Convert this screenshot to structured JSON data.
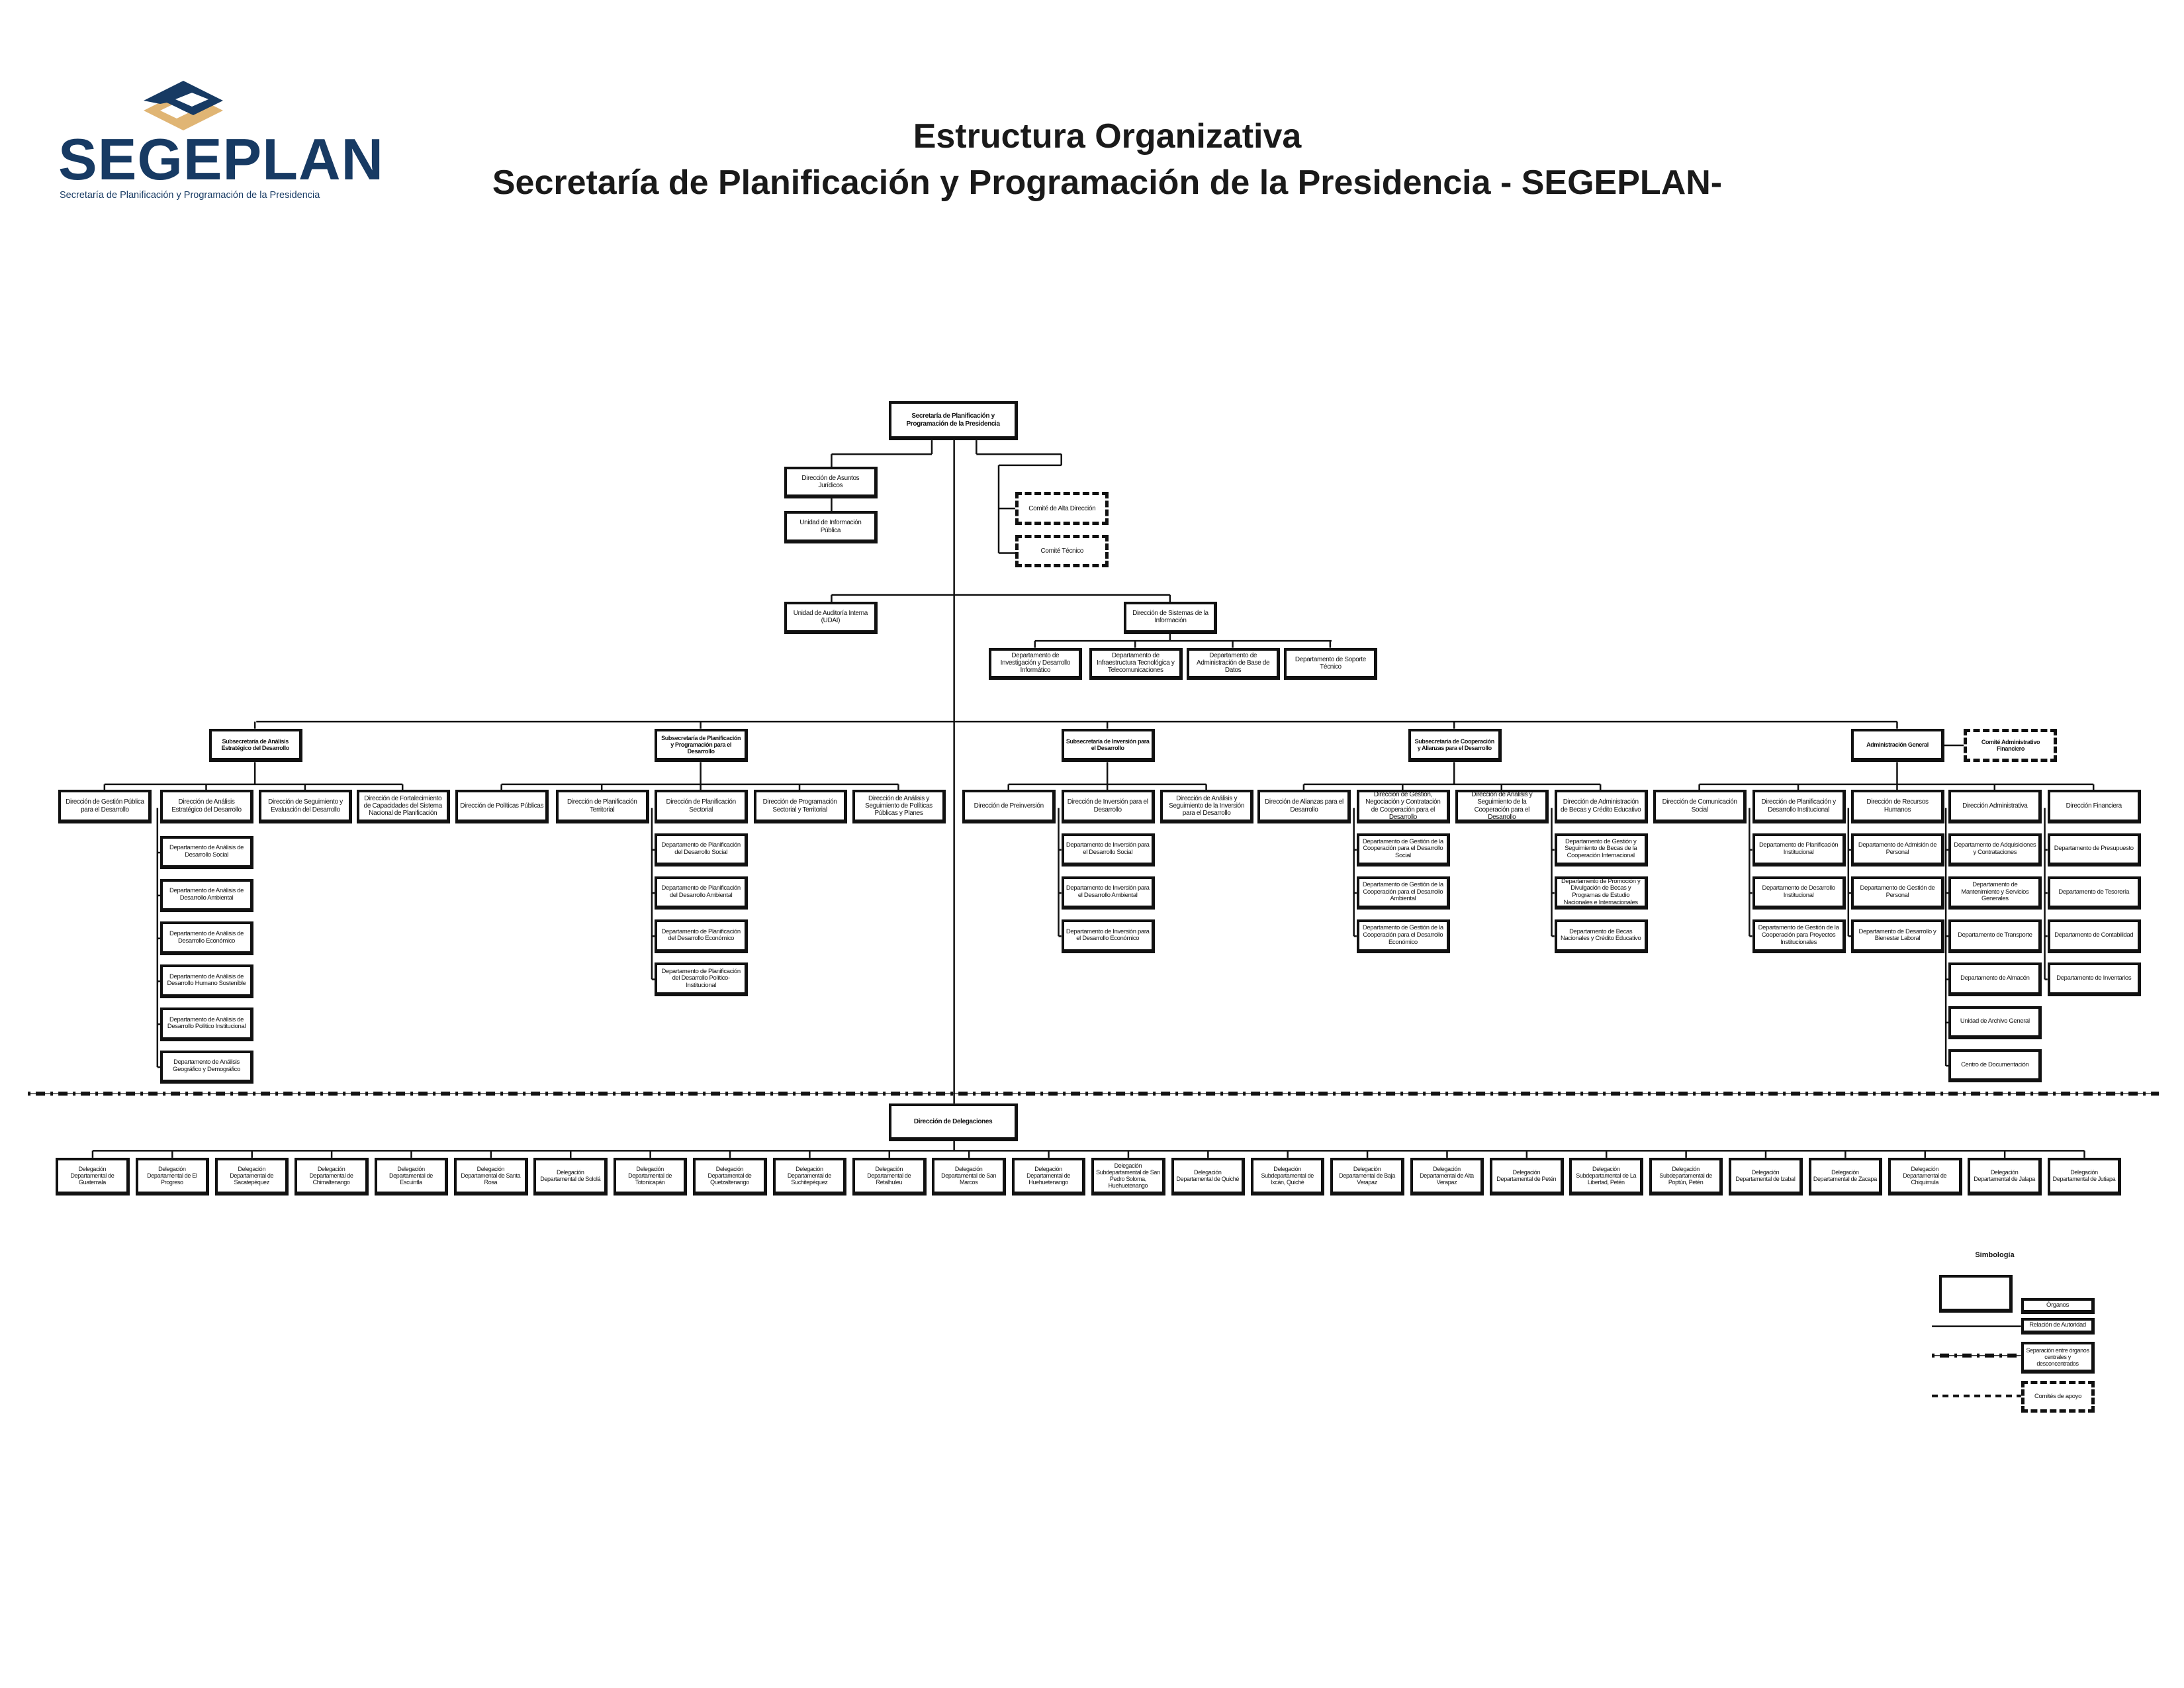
{
  "header": {
    "title_line1": "Estructura Organizativa",
    "title_line2": "Secretaría de Planificación y Programación de la Presidencia - SEGEPLAN-"
  },
  "logo": {
    "wordmark": "SEGEPLAN",
    "subtitle": "Secretaría de Planificación y Programación de la Presidencia",
    "colors": {
      "navy": "#173a63",
      "gold": "#e0b574"
    }
  },
  "top": {
    "secretaria": "Secretaría de Planificación y Programación de la Presidencia",
    "asuntos_juridicos": "Dirección de Asuntos Jurídicos",
    "informacion_publica": "Unidad de Información Pública",
    "comite_alta_direccion": "Comité de Alta Dirección",
    "comite_tecnico": "Comité Técnico",
    "auditoria": "Unidad de Auditoría Interna (UDAI)",
    "sistemas": {
      "label": "Dirección de Sistemas de la Información",
      "departamentos": [
        "Departamento de Investigación y Desarrollo Informático",
        "Departamento de Infraestructura Tecnológica y Telecomunicaciones",
        "Departamento de Administración de Base de Datos",
        "Departamento de Soporte Técnico"
      ]
    }
  },
  "subsecretarias": [
    {
      "label": "Subsecretaría de Análisis Estratégico del Desarrollo",
      "direcciones": [
        {
          "label": "Dirección de Gestión Pública para el Desarrollo",
          "departamentos": []
        },
        {
          "label": "Dirección de Análisis Estratégico del Desarrollo",
          "departamentos": [
            "Departamento de Análisis de Desarrollo Social",
            "Departamento de Análisis de Desarrollo Ambiental",
            "Departamento de Análisis de Desarrollo Económico",
            "Departamento de Análisis de Desarrollo Humano Sostenible",
            "Departamento de Análisis de Desarrollo Político Institucional",
            "Departamento de Análisis Geográfico y Demográfico"
          ]
        },
        {
          "label": "Dirección de Seguimiento y Evaluación del Desarrollo",
          "departamentos": []
        },
        {
          "label": "Dirección de Fortalecimiento de Capacidades del Sistema Nacional de Planificación",
          "departamentos": []
        }
      ]
    },
    {
      "label": "Subsecretaría de Planificación y Programación para el Desarrollo",
      "direcciones": [
        {
          "label": "Dirección de Políticas Públicas",
          "departamentos": []
        },
        {
          "label": "Dirección de Planificación Territorial",
          "departamentos": []
        },
        {
          "label": "Dirección de Planificación Sectorial",
          "departamentos": [
            "Departamento de Planificación del Desarrollo Social",
            "Departamento de Planificación del Desarrollo Ambiental",
            "Departamento de Planificación del Desarrollo Económico",
            "Departamento de Planificación del Desarrollo Político-Institucional"
          ]
        },
        {
          "label": "Dirección de Programación Sectorial y Territorial",
          "departamentos": []
        },
        {
          "label": "Dirección de Análisis y Seguimiento de Políticas Públicas y Planes",
          "departamentos": []
        }
      ]
    },
    {
      "label": "Subsecretaría de Inversión para el Desarrollo",
      "direcciones": [
        {
          "label": "Dirección de Preinversión",
          "departamentos": []
        },
        {
          "label": "Dirección de Inversión para el Desarrollo",
          "departamentos": [
            "Departamento de Inversión para el Desarrollo Social",
            "Departamento de Inversión para el Desarrollo Ambiental",
            "Departamento de Inversión para el Desarrollo Económico"
          ]
        },
        {
          "label": "Dirección de Análisis y Seguimiento de la Inversión para el Desarrollo",
          "departamentos": []
        }
      ]
    },
    {
      "label": "Subsecretaría de Cooperación y Alianzas para el Desarrollo",
      "direcciones": [
        {
          "label": "Dirección de Alianzas para el Desarrollo",
          "departamentos": []
        },
        {
          "label": "Dirección de Gestión, Negociación y Contratación de Cooperación para el Desarrollo",
          "departamentos": [
            "Departamento de Gestión de la Cooperación para el Desarrollo Social",
            "Departamento de Gestión de la Cooperación para el Desarrollo Ambiental",
            "Departamento de Gestión de la Cooperación para el Desarrollo Económico"
          ]
        },
        {
          "label": "Dirección de Análisis y Seguimiento de la Cooperación para el Desarrollo",
          "departamentos": []
        },
        {
          "label": "Dirección de Administración de Becas y Crédito Educativo",
          "departamentos": [
            "Departamento de Gestión y Seguimiento de Becas de la Cooperación Internacional",
            "Departamento de Promoción y Divulgación de Becas y Programas de Estudio Nacionales e Internacionales",
            "Departamento de Becas Nacionales y Crédito Educativo"
          ]
        }
      ]
    },
    {
      "label": "Administración General",
      "direcciones": [
        {
          "label": "Dirección de Comunicación Social",
          "departamentos": []
        },
        {
          "label": "Dirección de Planificación y Desarrollo Institucional",
          "departamentos": [
            "Departamento de Planificación Institucional",
            "Departamento de Desarrollo Institucional",
            "Departamento de Gestión de la Cooperación para Proyectos Institucionales"
          ]
        },
        {
          "label": "Dirección de Recursos Humanos",
          "departamentos": [
            "Departamento de Admisión de Personal",
            "Departamento de Gestión de Personal",
            "Departamento de Desarrollo y Bienestar Laboral"
          ]
        },
        {
          "label": "Dirección Administrativa",
          "departamentos": [
            "Departamento de Adquisiciones y Contrataciones",
            "Departamento de Mantenimiento y Servicios Generales",
            "Departamento de Transporte",
            "Departamento de Almacén",
            "Unidad de Archivo General",
            "Centro de Documentación"
          ]
        },
        {
          "label": "Dirección Financiera",
          "departamentos": [
            "Departamento de Presupuesto",
            "Departamento de Tesorería",
            "Departamento de Contabilidad",
            "Departamento de Inventarios"
          ]
        }
      ]
    }
  ],
  "comite_administrativo": "Comité Administrativo Financiero",
  "delegaciones": {
    "label": "Dirección de Delegaciones",
    "items": [
      "Delegación Departamental de Guatemala",
      "Delegación Departamental de El Progreso",
      "Delegación Departamental de Sacatepéquez",
      "Delegación Departamental de Chimaltenango",
      "Delegación Departamental de Escuintla",
      "Delegación Departamental de Santa Rosa",
      "Delegación Departamental de Sololá",
      "Delegación Departamental de Totonicapán",
      "Delegación Departamental de Quetzaltenango",
      "Delegación Departamental de Suchitepéquez",
      "Delegación Departamental de Retalhuleu",
      "Delegación Departamental de San Marcos",
      "Delegación Departamental de Huehuetenango",
      "Delegación Subdepartamental de San Pedro Soloma, Huehuetenango",
      "Delegación Departamental de Quiché",
      "Delegación Subdepartamental de Ixcán, Quiché",
      "Delegación Departamental de Baja Verapaz",
      "Delegación Departamental de Alta Verapaz",
      "Delegación Departamental de Petén",
      "Delegación Subdepartamental de La Libertad, Petén",
      "Delegación Subdepartamental de Poptún, Petén",
      "Delegación Departamental de Izabal",
      "Delegación Departamental de Zacapa",
      "Delegación Departamental de Chiquimula",
      "Delegación Departamental de Jalapa",
      "Delegación Departamental de Jutiapa"
    ]
  },
  "legend": {
    "title": "Simbología",
    "organos": "Órganos",
    "relacion": "Relación de Autoridad",
    "separacion": "Separación entre órganos centrales y desconcentrados",
    "comites": "Comités de apoyo"
  }
}
